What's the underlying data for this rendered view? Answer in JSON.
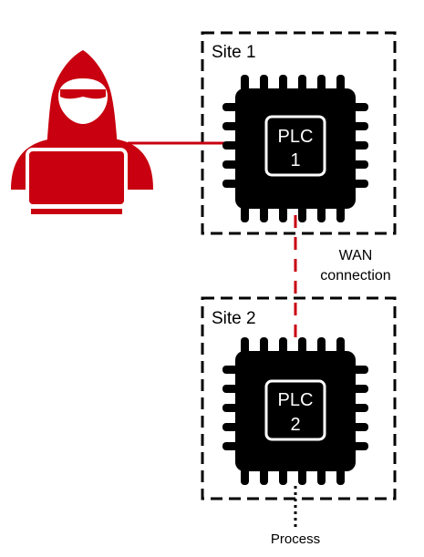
{
  "sites": [
    {
      "label": "Site 1"
    },
    {
      "label": "Site 2"
    }
  ],
  "plcs": [
    {
      "line1": "PLC",
      "line2": "1"
    },
    {
      "line1": "PLC",
      "line2": "2"
    }
  ],
  "connection_label": {
    "line1": "WAN",
    "line2": "connection"
  },
  "process_label": "Process",
  "colors": {
    "attacker": "#c8000f",
    "chip": "#000000",
    "chip_text": "#ffffff",
    "wan_link": "#c8000f",
    "box_border": "#000000"
  },
  "icons": {
    "attacker": "hooded-hacker-with-laptop-icon",
    "plc": "microchip-icon"
  }
}
